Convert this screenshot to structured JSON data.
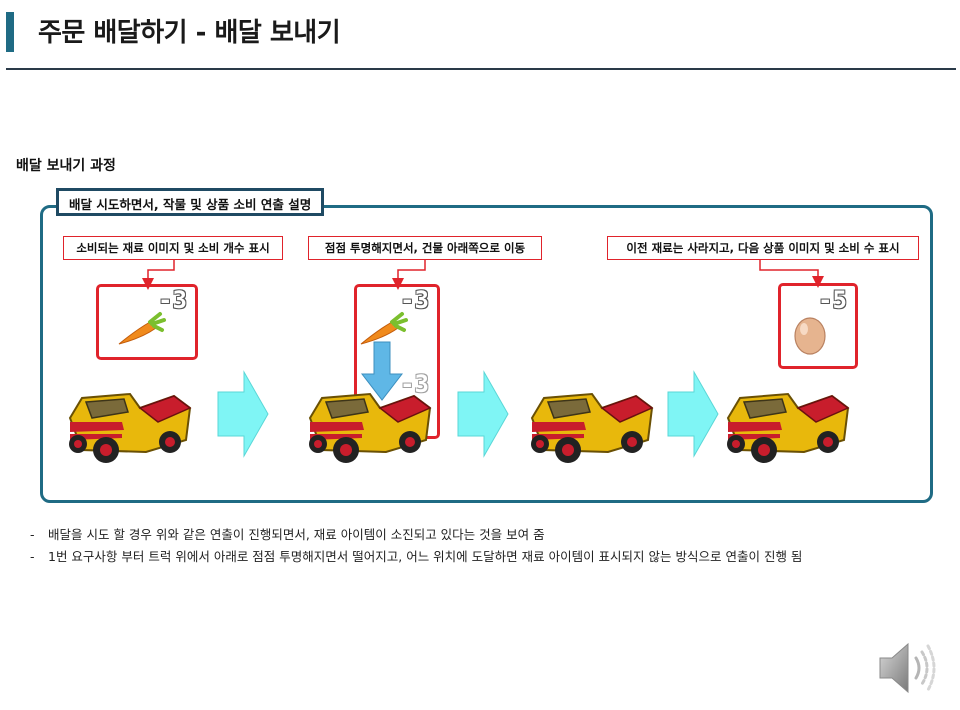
{
  "header": {
    "title": "주문 배달하기 - 배달 보내기"
  },
  "section": {
    "title": "배달 보내기 과정"
  },
  "panel": {
    "tab_label": "배달 시도하면서, 작물 및 상품 소비 연출 설명"
  },
  "callouts": [
    "소비되는 재료 이미지 및 소비 개수 표시",
    "점점 투명해지면서, 건물 아래쪽으로 이동",
    "이전 재료는 사라지고, 다음 상품 이미지 및 소비 수 표시"
  ],
  "counts": {
    "step1": "-3",
    "step2_top": "-3",
    "step2_low": "-3",
    "step4": "-5"
  },
  "bullets": [
    "배달을 시도 할 경우 위와 같은 연출이 진행되면서, 재료 아이템이 소진되고 있다는 것을 보여 줌",
    "1번 요구사항 부터 트럭 위에서 아래로 점점 투명해지면서 떨어지고, 어느 위치에 도달하면 재료 아이템이 표시되지 않는 방식으로 연출이 진행 됨"
  ],
  "bullet_marker": "-",
  "colors": {
    "accent": "#1f6b84",
    "callout_red": "#e0232b",
    "arrow_cyan": "#7ff5f5",
    "truck_yellow": "#e8b80c"
  },
  "icons": {
    "carrot": "carrot-icon",
    "egg": "egg-icon",
    "truck": "truck-icon",
    "speaker": "speaker-icon"
  }
}
